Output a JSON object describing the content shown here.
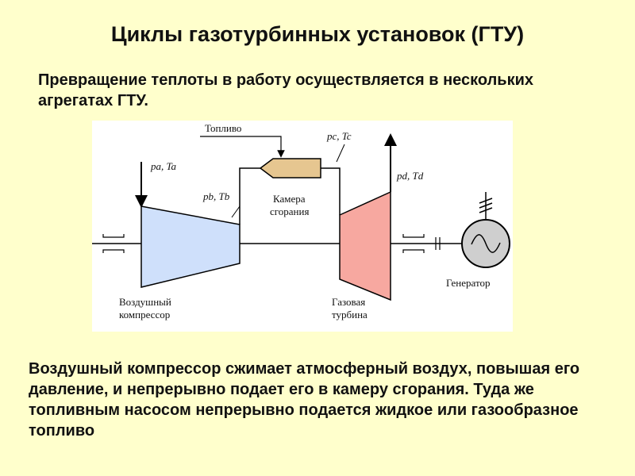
{
  "title": "Циклы газотурбинных установок (ГТУ)",
  "intro": "Превращение теплоты в работу осуществляется в нескольких агрегатах ГТУ.",
  "description": "Воздушный компрессор сжимает атмосферный воздух, повышая его давление, и непрерывно подает его в камеру сгорания. Туда же топливным насосом непрерывно подается жидкое или газообразное топливо",
  "diagram": {
    "fuel_label": "Топливо",
    "chamber_label_1": "Камера",
    "chamber_label_2": "сгорания",
    "compressor_label_1": "Воздушный",
    "compressor_label_2": "компрессор",
    "turbine_label_1": "Газовая",
    "turbine_label_2": "турбина",
    "generator_label": "Генератор",
    "state_a": "pa, Ta",
    "state_b": "pb, Tb",
    "state_c": "pc, Tc",
    "state_d": "pd, Td",
    "colors": {
      "compressor": "#cfe0fb",
      "turbine": "#f7a8a0",
      "chamber": "#e6c690",
      "generator": "#cfcfcf"
    }
  }
}
